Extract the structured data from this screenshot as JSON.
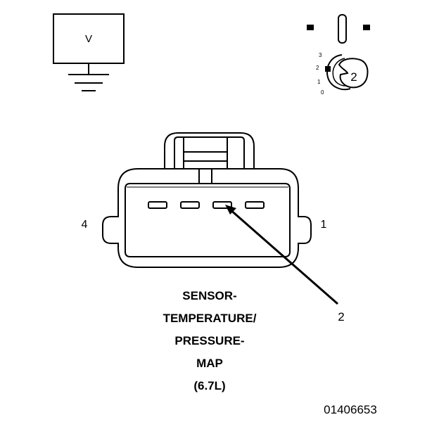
{
  "meter": {
    "label": "V"
  },
  "selector": {
    "positions": [
      "3",
      "2",
      "1",
      "0"
    ],
    "knob_label": "2"
  },
  "connector": {
    "pin_left": "4",
    "pin_right": "1"
  },
  "callout": {
    "label": "2"
  },
  "title_lines": [
    "SENSOR-",
    "TEMPERATURE/",
    "PRESSURE-",
    "MAP",
    "(6.7L)"
  ],
  "figure_id": "01406653",
  "colors": {
    "line": "#000000",
    "background": "#ffffff"
  }
}
